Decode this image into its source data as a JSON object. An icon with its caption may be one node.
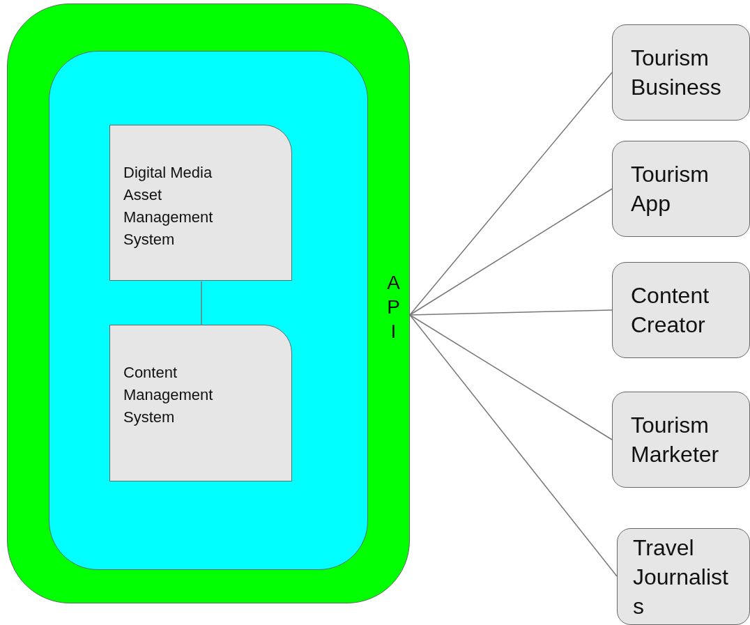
{
  "diagram": {
    "nodes": [
      {
        "text": [],
        "shape": "box"
      },
      {
        "text": [],
        "shape": "box",
        "in": 0
      },
      {
        "text": [
          "Digital Media Asset Management System"
        ],
        "in": 1
      },
      {
        "text": [
          "Content Management System"
        ],
        "in": 1
      },
      {
        "text": [
          "API"
        ],
        "in": 0
      },
      {
        "text": [
          "Tourism Business"
        ]
      },
      {
        "text": [
          "Tourism App"
        ]
      },
      {
        "text": [
          "Content Creator"
        ]
      },
      {
        "text": [
          "Tourism Marketer"
        ]
      },
      {
        "text": [
          "Travel Journalists"
        ]
      }
    ],
    "edges": [
      {
        "from": 2,
        "to": 3,
        "arrow": "none"
      },
      {
        "from": 4,
        "to": 5,
        "arrow": "none"
      },
      {
        "from": 4,
        "to": 6,
        "arrow": "none"
      },
      {
        "from": 4,
        "to": 7,
        "arrow": "none"
      },
      {
        "from": 4,
        "to": 8,
        "arrow": "none"
      },
      {
        "from": 4,
        "to": 9,
        "arrow": "none"
      }
    ]
  }
}
